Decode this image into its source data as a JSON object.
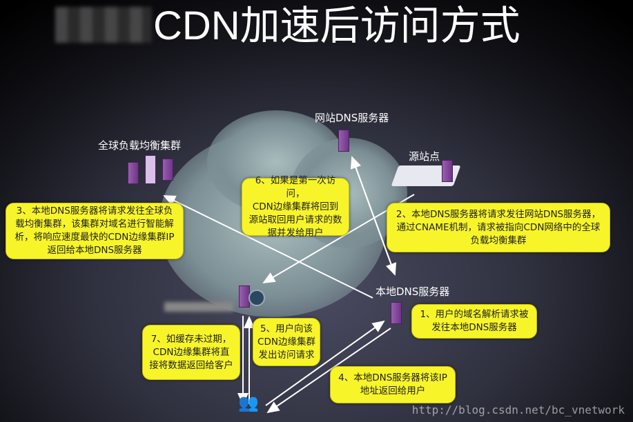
{
  "title": "CDN加速后访问方式",
  "nodes": {
    "website_dns": "网站DNS服务器",
    "global_lb": "全球负载均衡集群",
    "origin": "源站点",
    "local_dns": "本地DNS服务器"
  },
  "steps": [
    {
      "lines": [
        "1、用户的域名解析请求被",
        "发往本地DNS服务器"
      ]
    },
    {
      "lines": [
        "2、本地DNS服务器将请求发往网站DNS服务器，",
        "通过CNAME机制，请求被指向CDN网络中的全球",
        "负载均衡集群"
      ]
    },
    {
      "lines": [
        "3、本地DNS服务器将请求发往全球负",
        "载均衡集群，该集群对域名进行智能解",
        "析，将响应速度最快的CDN边缘集群IP",
        "返回给本地DNS服务器"
      ]
    },
    {
      "lines": [
        "4、本地DNS服务器将该IP",
        "地址返回给用户"
      ]
    },
    {
      "lines": [
        "5、用户向该",
        "CDN边缘集群",
        "发出访问请求"
      ]
    },
    {
      "lines": [
        "6、如果是第一次访问，",
        "CDN边缘集群将回到",
        "源站取回用户请求的数",
        "据并发给用户"
      ]
    },
    {
      "lines": [
        "7、如缓存未过期，",
        "CDN边缘集群将直",
        "接将数据返回给客户"
      ]
    }
  ],
  "watermark": "http://blog.csdn.net/bc_vnetwork"
}
